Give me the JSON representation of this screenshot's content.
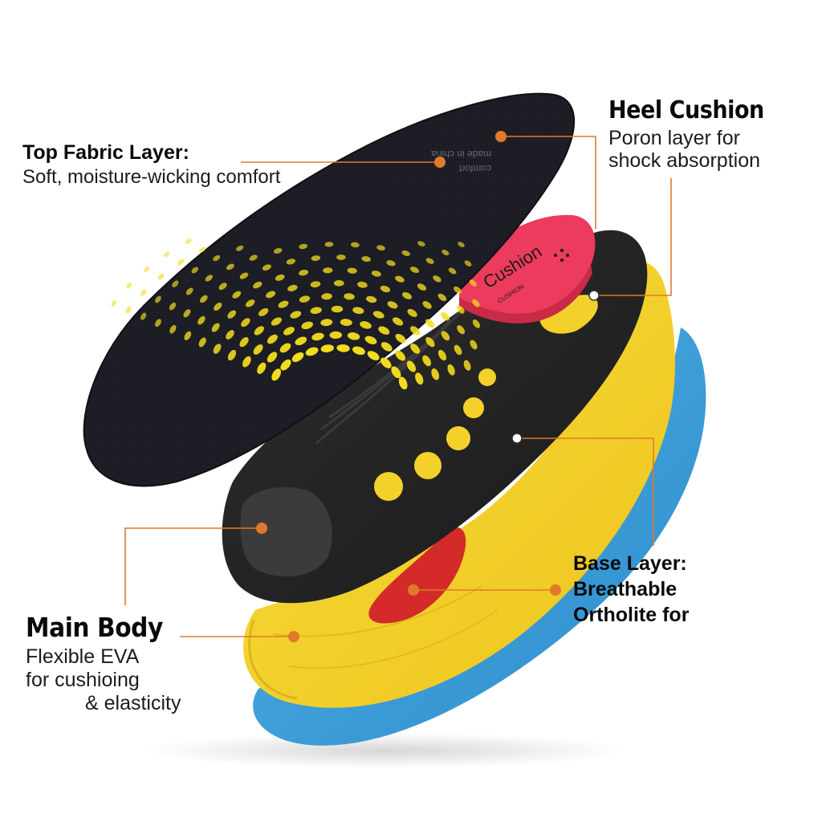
{
  "callouts": {
    "top_fabric": {
      "title": "Top Fabric Layer:",
      "description": "Soft, moisture-wicking comfort"
    },
    "heel_cushion": {
      "title": "Heel Cushion",
      "line1": "Poron layer for",
      "line2": "shock absorption"
    },
    "main_body": {
      "title": "Main Body",
      "line1": "Flexible EVA",
      "line2": "for cushioing",
      "line3": "& elasticity"
    },
    "base_layer": {
      "title_line1": "Base Layer:",
      "title_line2": "Breathable",
      "title_line3": "Ortholite for"
    }
  },
  "insole_print": {
    "heel_pad_brand": "Cushion",
    "heel_pad_sub": "CUSHION",
    "fabric_text_1": "comfort",
    "fabric_text_2": "made in china"
  },
  "colors": {
    "callout_line": "#e07a2a",
    "callout_dot": "#e07a2a",
    "fabric_layer": "#1b1b22",
    "dot_pattern": "#f2dc1e",
    "main_body": "#252525",
    "yellow_layer": "#f4d12a",
    "blue_layer": "#3a9fd6",
    "heel_pad": "#ec3b5c",
    "gel_insert": "#d42a2a"
  }
}
